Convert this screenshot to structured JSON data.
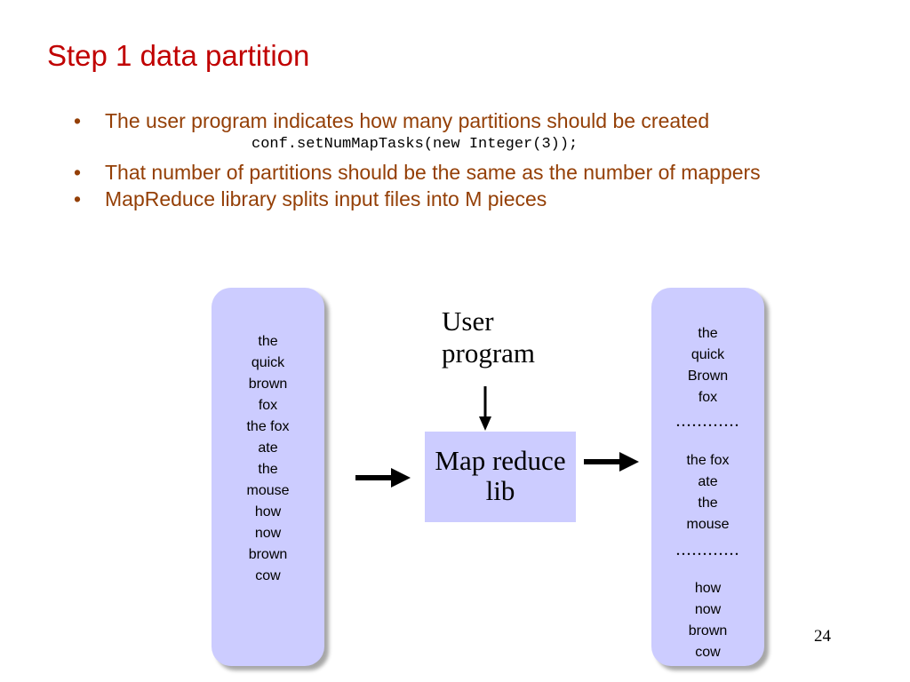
{
  "slide": {
    "title": "Step 1 data partition",
    "bullets": [
      "The user program indicates how many partitions should be created",
      "That number of partitions should be the same as the number of mappers",
      "MapReduce library splits input files into M pieces"
    ],
    "bullet_symbol": "•",
    "code": "conf.setNumMapTasks(new Integer(3));",
    "page_number": "24"
  },
  "diagram": {
    "input_words": [
      "the",
      "quick",
      "brown",
      "fox",
      "the fox",
      "ate",
      "the",
      "mouse",
      "how",
      "now",
      "brown",
      "cow"
    ],
    "user_program": [
      "User",
      "program"
    ],
    "lib_label": [
      "Map reduce",
      "lib"
    ],
    "output_pieces": [
      [
        "the",
        "quick",
        "Brown",
        "fox"
      ],
      [
        "the fox",
        "ate",
        "the",
        "mouse"
      ],
      [
        "how",
        "now",
        "brown",
        "cow"
      ]
    ],
    "separator": "............",
    "colors": {
      "box_fill": "#ccccff",
      "title": "#c00000",
      "bullet_text": "#943f06"
    }
  }
}
